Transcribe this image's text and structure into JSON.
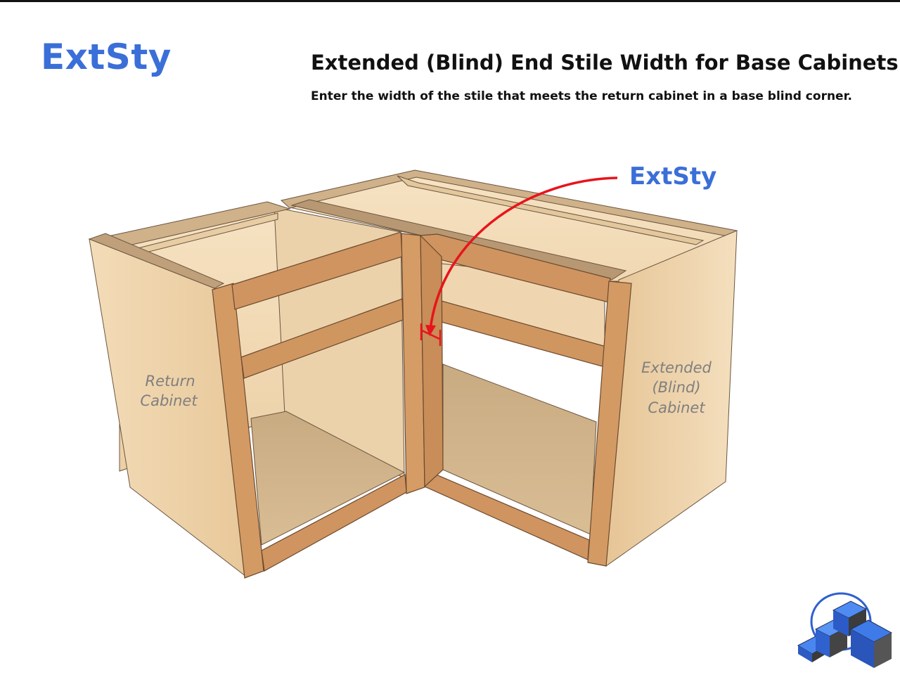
{
  "header": {
    "variable_code": "ExtSty",
    "title": "Extended (Blind) End Stile Width for Base Cabinets",
    "subtitle": "Enter the width of the stile that meets the return cabinet in a base blind corner."
  },
  "diagram": {
    "callout_label": "ExtSty",
    "return_cabinet_label": [
      "Return",
      "Cabinet"
    ],
    "extended_cabinet_label": [
      "Extended",
      "(Blind)",
      "Cabinet"
    ]
  },
  "colors": {
    "accent_blue": "#3b6fd8",
    "callout_red": "#e8141b",
    "face_frame": "#d49a64",
    "cabinet_box": "#efd3ab",
    "label_gray": "#7f7f7f"
  },
  "icons": {
    "logo": "blue-cubes-logo-icon"
  }
}
